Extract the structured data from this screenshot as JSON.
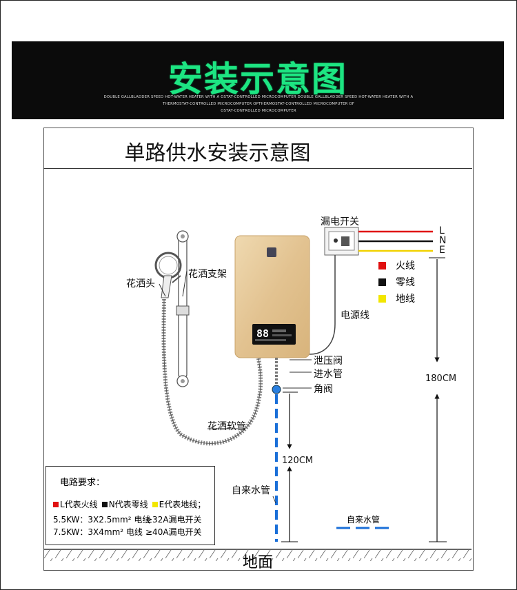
{
  "banner": {
    "title": "安装示意图",
    "subtitle_lines": [
      "DOUBLE GALLBLADDER SPEED HOT-WATER HEATER WITH A OSTAT-CONTROLLED MICROCOMPUTER DOUBLE GALLBLADDER SPEED HOT-WATER HEATER WITH A",
      "THERMOSTAT-CONTROLLED MICROCOMPUTER OPTHERMOSTAT-CONTROLLED MICROCOMPUTER OF",
      "OSTAT-CONTROLLED MICROCOMPUTER"
    ]
  },
  "diagram": {
    "title": "单路供水安装示意图",
    "labels": {
      "shower_head": "花洒头",
      "shower_rail": "花洒支架",
      "shower_hose": "花洒软管",
      "leakage_switch": "漏电开关",
      "power_cord": "电源线",
      "relief_valve": "泄压阀",
      "inlet_pipe": "进水管",
      "angle_valve": "角阀",
      "tap_water_pipe": "自来水管",
      "tap_water_pipe_small": "自来水管",
      "ground": "地面"
    },
    "lne": [
      "L",
      "N",
      "E"
    ],
    "legend": [
      {
        "color": "#e01010",
        "label": "火线"
      },
      {
        "color": "#111111",
        "label": "零线"
      },
      {
        "color": "#f2e600",
        "label": "地线"
      }
    ],
    "measurements": {
      "height_heater": "180CM",
      "height_valve": "120CM"
    },
    "display_digits": "88",
    "display_sub": "▢▢▢▢ ▢▢"
  },
  "requirements": {
    "title": "电路要求：",
    "legend": [
      {
        "color": "#e01010",
        "label": "L代表火线"
      },
      {
        "color": "#111111",
        "label": "N代表零线"
      },
      {
        "color": "#f2e600",
        "label": "E代表地线；"
      }
    ],
    "rows": [
      {
        "power": "5.5KW：3X2.5mm² 电线",
        "switch": "≥32A漏电开关"
      },
      {
        "power": "7.5KW：3X4mm² 电线",
        "switch": "≥40A漏电开关"
      }
    ]
  },
  "colors": {
    "banner_bg": "#0b0b0b",
    "banner_title": "#1de582",
    "heater_gold": "#e6c99a",
    "water_pipe": "#1a6fd8"
  }
}
